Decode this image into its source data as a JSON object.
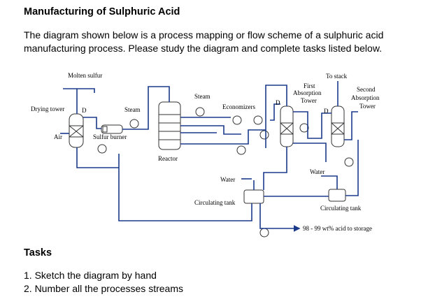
{
  "title": "Manufacturing of Sulphuric Acid",
  "intro": "The diagram shown below is a process mapping or flow scheme of a sulphuric acid manufacturing process. Please study the diagram and complete tasks listed below.",
  "diagram": {
    "labels": {
      "molten_sulfur": "Molten sulfur",
      "to_stack": "To stack",
      "first_absorption_1": "First",
      "first_absorption_2": "Absorption",
      "first_absorption_3": "Tower",
      "second_absorption_1": "Second",
      "second_absorption_2": "Absorption",
      "second_absorption_3": "Tower",
      "steam_reactor": "Steam",
      "steam_burner": "Steam",
      "economizers": "Economizers",
      "drying_tower": "Drying tower",
      "d_drying": "D",
      "d_first": "D",
      "d_second": "D",
      "air": "Air",
      "sulfur_burner": "Sulfur burner",
      "reactor": "Reactor",
      "water_left": "Water",
      "water_right": "Water",
      "circulating_tank_left": "Circulating tank",
      "circulating_tank_right": "Circulating tank",
      "storage": "98 - 99 wt% acid to storage"
    },
    "colors": {
      "stream": "#1a3a8c",
      "equipment": "#333333"
    }
  },
  "tasks_heading": "Tasks",
  "tasks": [
    "1.  Sketch the diagram by hand",
    "2.  Number all the processes streams"
  ]
}
